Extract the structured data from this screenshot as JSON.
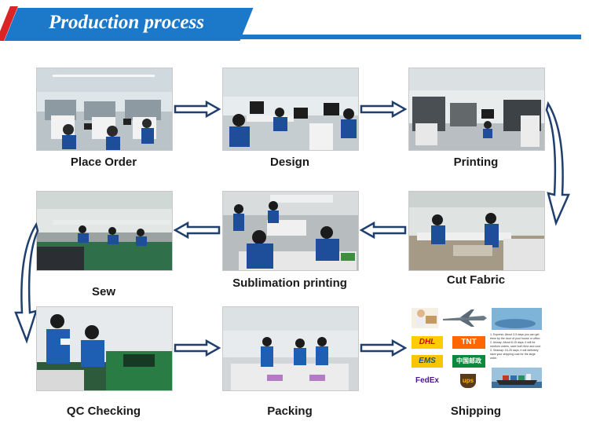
{
  "header": {
    "title": "Production process"
  },
  "steps": [
    {
      "label": "Place Order"
    },
    {
      "label": "Design"
    },
    {
      "label": "Printing"
    },
    {
      "label": "Cut Fabric"
    },
    {
      "label": "Sublimation printing"
    },
    {
      "label": "Sew"
    },
    {
      "label": "QC Checking"
    },
    {
      "label": "Packing"
    },
    {
      "label": "Shipping"
    }
  ],
  "shipping": {
    "carriers": [
      "DHL",
      "TNT",
      "EMS",
      "中国邮政",
      "FedEx",
      "ups"
    ],
    "notes": [
      "1. Express: About 3-5 days you can get them by the door of your house or office.",
      "2. Airway: About 8-15 days, it will for medium orders, save both time and cost.",
      "3. Seaway: 15-25 days, it will definitely save your shipping cost for the large order."
    ]
  },
  "colors": {
    "accent": "#1c78c8",
    "accent_red": "#d92525",
    "arrow": "#1f3f6e"
  }
}
